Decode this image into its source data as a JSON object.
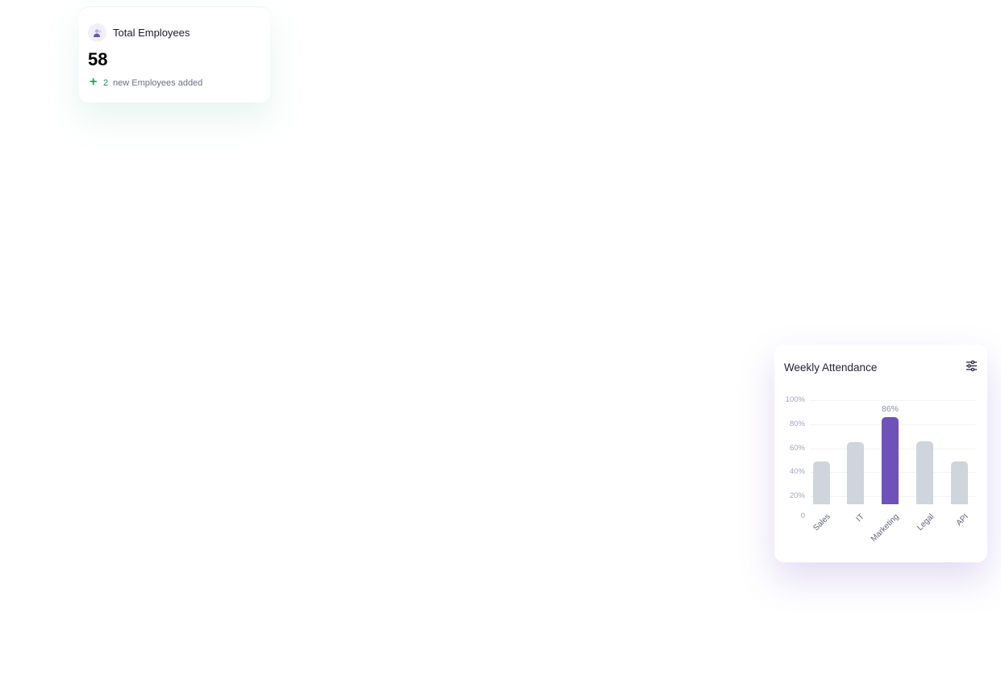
{
  "employees_card": {
    "title": "Total Employees",
    "icon": "users-icon",
    "value": "58",
    "delta": "2",
    "delta_text": "new Employees added",
    "accent": "#1fa55a"
  },
  "attendance_card": {
    "title": "Weekly Attendance",
    "filter_icon": "sliders-icon"
  },
  "chart_data": {
    "type": "bar",
    "title": "Weekly Attendance",
    "categories": [
      "Sales",
      "IT",
      "Marketing",
      "Legal",
      "API"
    ],
    "values": [
      49,
      65,
      86,
      66,
      49
    ],
    "highlight_index": 2,
    "highlight_label": "86%",
    "y_ticks": [
      "0",
      "20%",
      "40%",
      "60%",
      "80%",
      "100%"
    ],
    "ylim": [
      0,
      100
    ],
    "grid": true,
    "colors": {
      "bar": "#d0d4dc",
      "highlight": "#6f51ba"
    }
  }
}
